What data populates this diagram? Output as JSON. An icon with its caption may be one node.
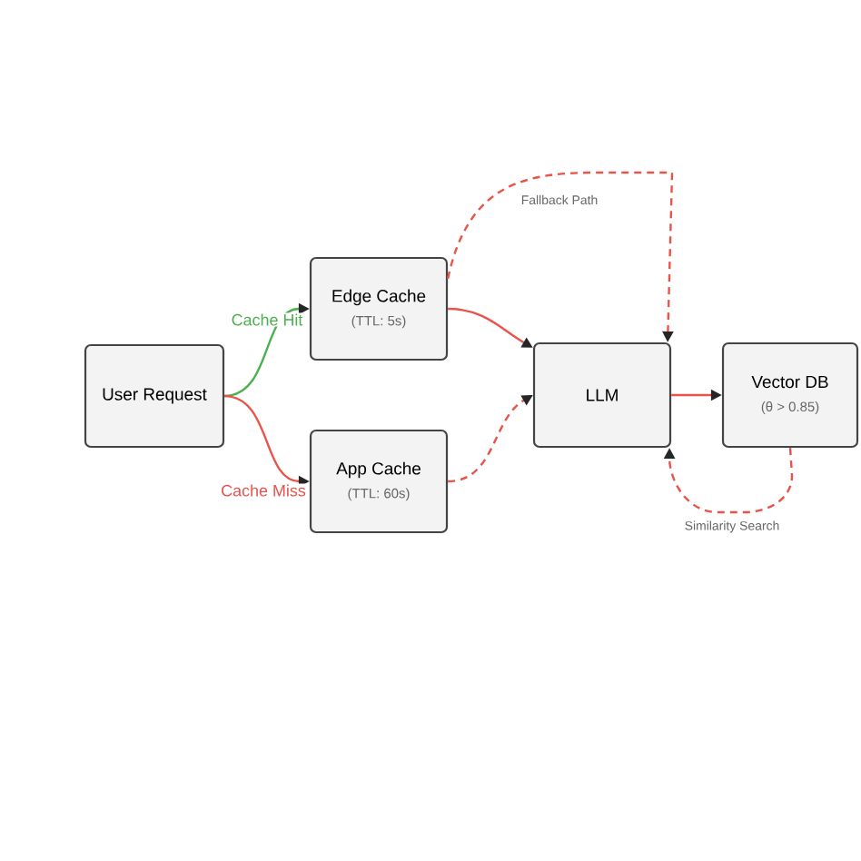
{
  "diagram": {
    "nodes": [
      {
        "text": [
          "User Request"
        ]
      },
      {
        "text": [
          "Edge Cache",
          "(TTL: 5s)"
        ]
      },
      {
        "text": [
          "App Cache",
          "(TTL: 60s)"
        ]
      },
      {
        "text": [
          "LLM"
        ]
      },
      {
        "text": [
          "Vector DB",
          "(θ > 0.85)"
        ]
      }
    ],
    "edges": [
      {
        "from": 0,
        "to": 1,
        "arrow": "to",
        "label": "Cache Hit",
        "color": "#4caf50"
      },
      {
        "from": 0,
        "to": 2,
        "arrow": "to",
        "label": "Cache Miss"
      },
      {
        "from": 1,
        "to": 3,
        "arrow": "to"
      },
      {
        "from": 2,
        "to": 3,
        "arrow": "to",
        "style": "dashed"
      },
      {
        "from": 3,
        "to": 4,
        "arrow": "to"
      },
      {
        "from": 1,
        "to": 3,
        "arrow": "to",
        "style": "dashed",
        "label": "Fallback Path"
      },
      {
        "from": 4,
        "to": 3,
        "arrow": "to",
        "style": "dashed",
        "label": "Similarity Search"
      }
    ]
  }
}
